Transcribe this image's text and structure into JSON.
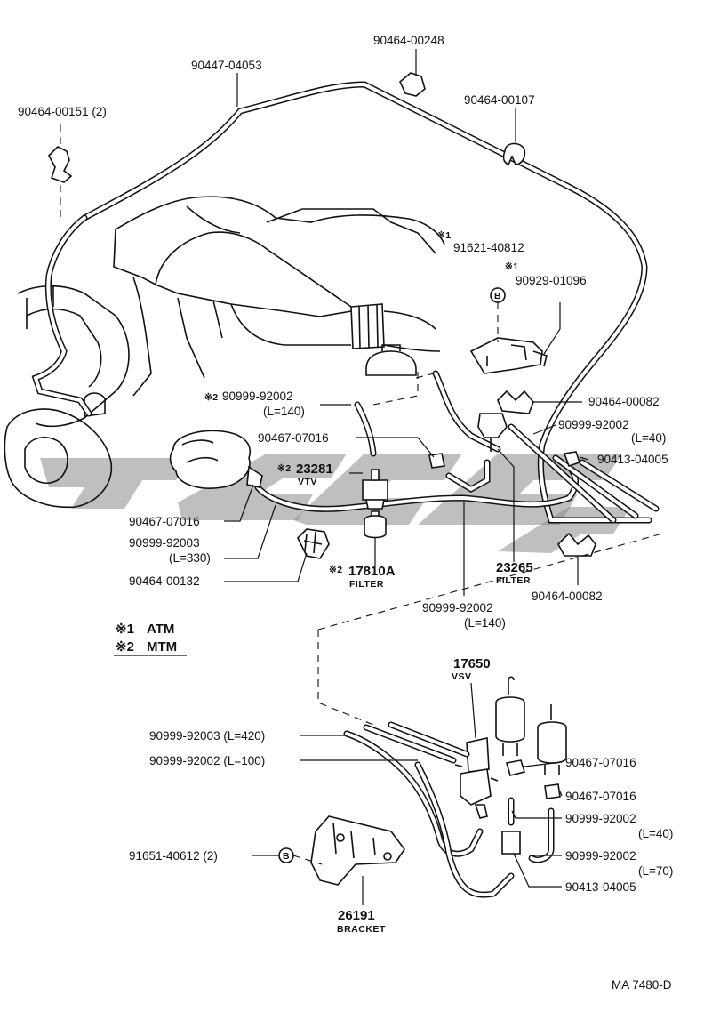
{
  "diagram": {
    "code": "MA 7480-D",
    "legend": [
      {
        "mark": "※1",
        "text": "ATM"
      },
      {
        "mark": "※2",
        "text": "MTM"
      }
    ],
    "parts": {
      "p01": "90464-00248",
      "p02": "90447-04053",
      "p03": "90464-00107",
      "p04": "90464-00151 (2)",
      "p05_mark": "※1",
      "p05": "91621-40812",
      "p06_mark": "※1",
      "p06": "90929-01096",
      "p07_mark": "※2",
      "p07": "90999-92002",
      "p07_len": "(L=140)",
      "p08": "90464-00082",
      "p09": "90999-92002",
      "p09_len": "(L=40)",
      "p10": "90467-07016",
      "p11": "90413-04005",
      "p12_mark": "※2",
      "p12": "23281",
      "p12_sub": "VTV",
      "p13": "90467-07016",
      "p14": "90999-92003",
      "p14_len": "(L=330)",
      "p15": "90464-00132",
      "p16_mark": "※2",
      "p16": "17810A",
      "p16_sub": "FILTER",
      "p17": "23265",
      "p17_sub": "FILTER",
      "p18": "90464-00082",
      "p19": "90999-92002",
      "p19_len": "(L=140)",
      "p20": "17650",
      "p20_sub": "VSV",
      "p21": "90999-92003 (L=420)",
      "p22": "90999-92002 (L=100)",
      "p23": "90467-07016",
      "p24": "90467-07016",
      "p25": "90999-92002",
      "p25_len": "(L=40)",
      "p26": "90999-92002",
      "p26_len": "(L=70)",
      "p27": "91651-40612 (2)",
      "p28": "90413-04005",
      "p29": "26191",
      "p29_sub": "BRACKET"
    },
    "callout_letter": "B"
  }
}
